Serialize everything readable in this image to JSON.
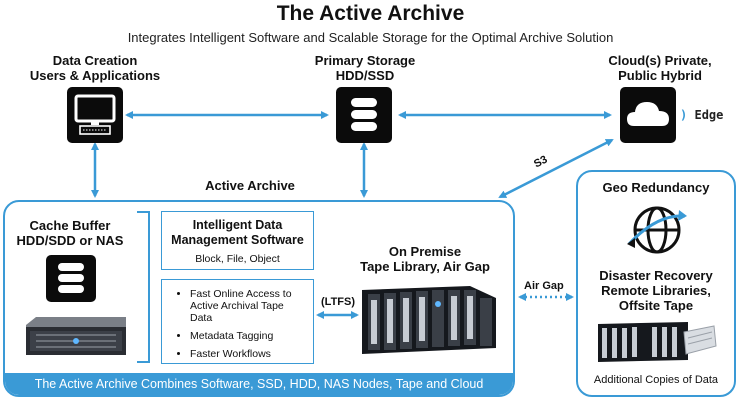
{
  "title": "The Active Archive",
  "subtitle": "Integrates Intelligent Software and Scalable Storage for the Optimal Archive Solution",
  "nodes": {
    "data_creation": {
      "line1": "Data Creation",
      "line2": "Users & Applications",
      "icon": "monitor-icon"
    },
    "primary_storage": {
      "line1": "Primary Storage",
      "line2": "HDD/SSD",
      "icon": "database-icon"
    },
    "cloud": {
      "line1": "Cloud(s) Private,",
      "line2": "Public Hybrid",
      "icon": "cloud-icon",
      "edge_label": "Edge"
    }
  },
  "connectors": {
    "s3": "S3",
    "ltfs": "(LTFS)",
    "air_gap": "Air Gap"
  },
  "active_archive": {
    "label": "Active Archive",
    "cache_buffer": {
      "line1": "Cache Buffer",
      "line2": "HDD/SDD or NAS"
    },
    "software": {
      "line1": "Intelligent Data",
      "line2": "Management Software",
      "types": "Block, File, Object"
    },
    "features": [
      "Fast Online Access to Active Archival Tape Data",
      "Metadata Tagging",
      "Faster Workflows"
    ],
    "tape_library": {
      "line1": "On Premise",
      "line2": "Tape Library, Air Gap"
    },
    "footer": "The Active Archive Combines Software, SSD, HDD, NAS Nodes, Tape and Cloud"
  },
  "geo_panel": {
    "geo_label": "Geo Redundancy",
    "dr_line1": "Disaster Recovery",
    "dr_line2": "Remote Libraries,",
    "dr_line3": "Offsite Tape",
    "footer": "Additional Copies of Data"
  },
  "colors": {
    "accent": "#3a9ad6",
    "icon_bg": "#0b0b0b"
  }
}
